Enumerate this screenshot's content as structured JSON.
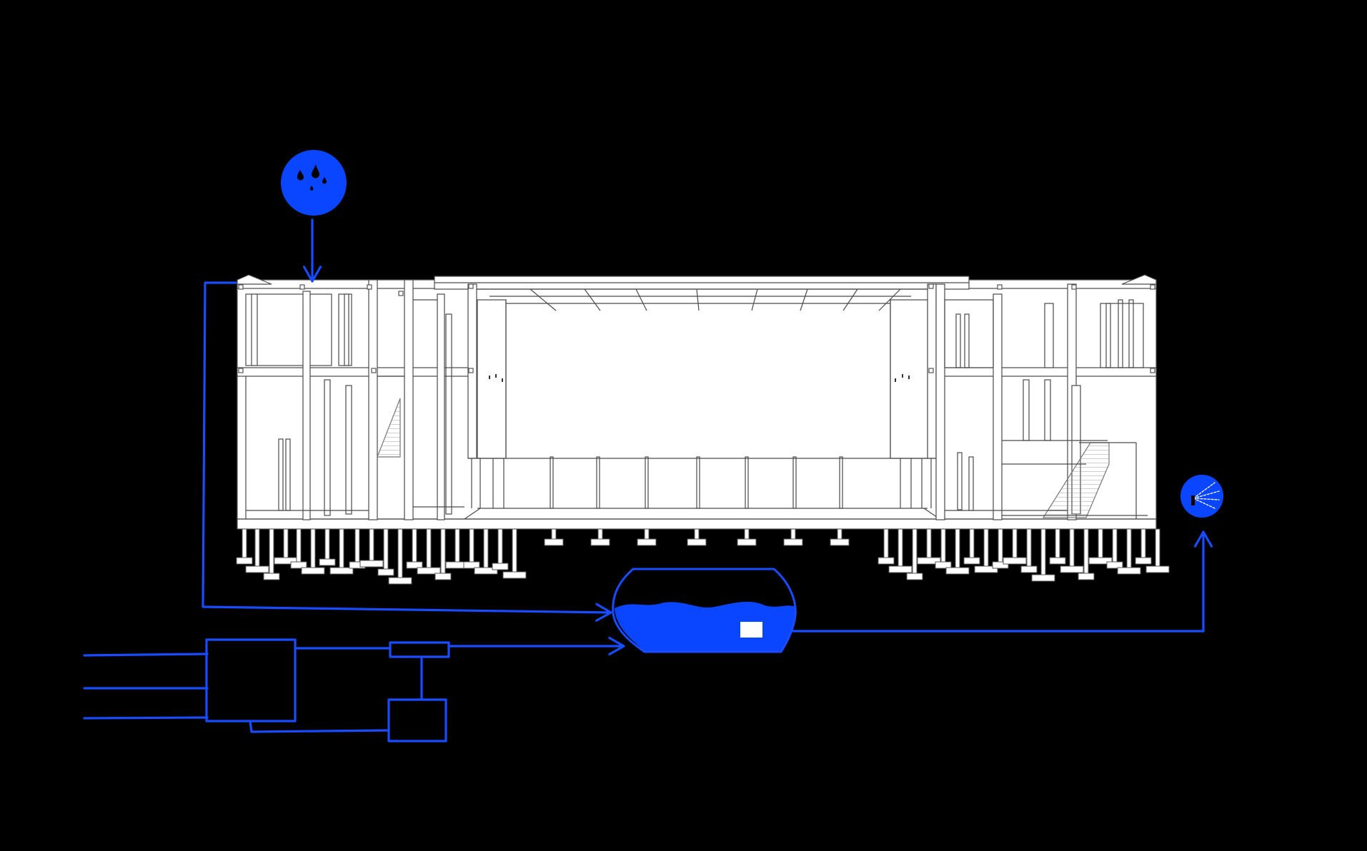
{
  "diagram": {
    "background": "#000000",
    "accent": "#0a46ff",
    "line_color": "#1a4cff",
    "building_fill": "#ffffff",
    "building_stroke": "#555555",
    "icons": {
      "rain": "rain-drops-icon",
      "sprinkler": "sprinkler-icon"
    },
    "nodes": [
      {
        "name": "rain-source-node",
        "icon": "rain-drops-icon"
      },
      {
        "name": "building-roof",
        "icon": "building-section"
      },
      {
        "name": "water-storage-tank",
        "icon": "tank-icon"
      },
      {
        "name": "treatment-unit-a",
        "icon": "box-icon"
      },
      {
        "name": "treatment-unit-b",
        "icon": "box-icon"
      },
      {
        "name": "inline-filter",
        "icon": "filter-icon"
      },
      {
        "name": "sprinkler-outlet-node",
        "icon": "sprinkler-icon"
      }
    ],
    "flows": [
      {
        "from": "rain-source-node",
        "to": "building-roof"
      },
      {
        "from": "building-roof",
        "to": "water-storage-tank"
      },
      {
        "from": "inline-filter",
        "to": "water-storage-tank"
      },
      {
        "from": "water-storage-tank",
        "to": "sprinkler-outlet-node"
      }
    ]
  }
}
